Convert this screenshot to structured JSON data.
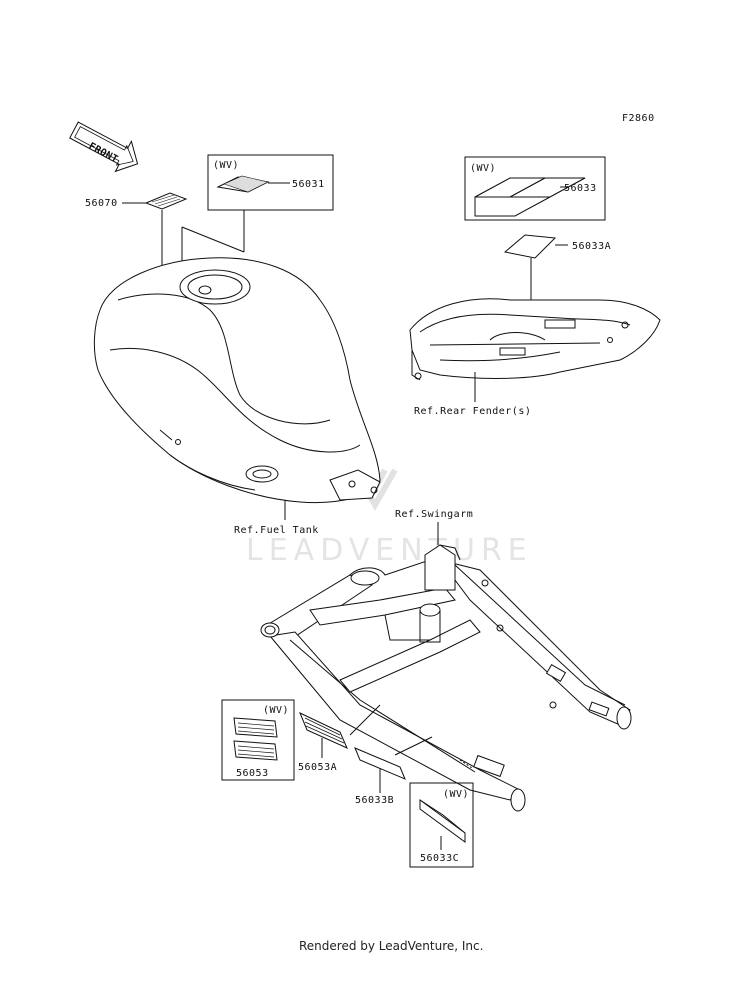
{
  "figure_code": "F2860",
  "front_arrow_text": "FRONT",
  "watermark": "LEADVENTURE",
  "footer": "Rendered by LeadVenture, Inc.",
  "wv_tag": "(WV)",
  "parts": {
    "p56070": "56070",
    "p56031": "56031",
    "p56033": "56033",
    "p56033A": "56033A",
    "p56053": "56053",
    "p56053A": "56053A",
    "p56033B": "56033B",
    "p56033C": "56033C"
  },
  "refs": {
    "fuel_tank": "Ref.Fuel Tank",
    "rear_fender": "Ref.Rear Fender(s)",
    "swingarm": "Ref.Swingarm"
  }
}
